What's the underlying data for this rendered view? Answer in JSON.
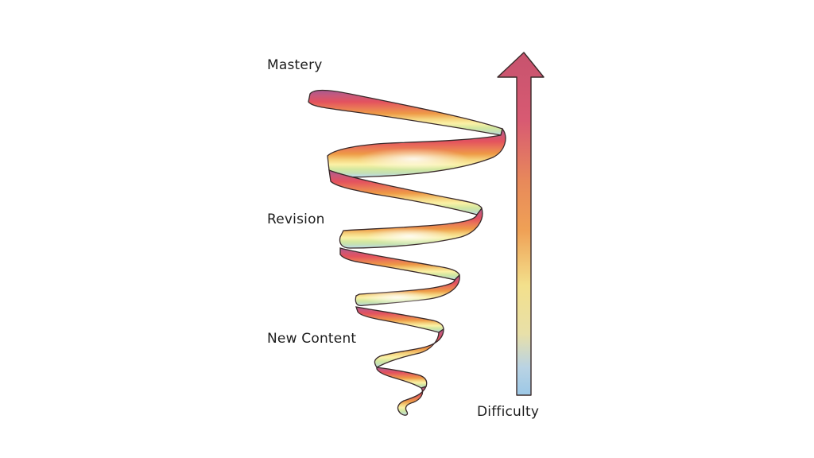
{
  "labels": {
    "mastery": "Mastery",
    "revision": "Revision",
    "new_content": "New Content",
    "difficulty": "Difficulty"
  },
  "colors": {
    "arrow_top": "#c7536e",
    "arrow_upper": "#e0637a",
    "arrow_mid": "#ef9a4e",
    "arrow_low": "#f3e38e",
    "arrow_bottom": "#9cc8e6",
    "outline": "#3a2a2a",
    "spiral_top": "#b05c8e",
    "spiral_red": "#e2535f",
    "spiral_orange": "#ee9442",
    "spiral_yellow": "#fbf0a4",
    "spiral_green": "#c9e49a",
    "spiral_blue": "#bcdcf0"
  }
}
